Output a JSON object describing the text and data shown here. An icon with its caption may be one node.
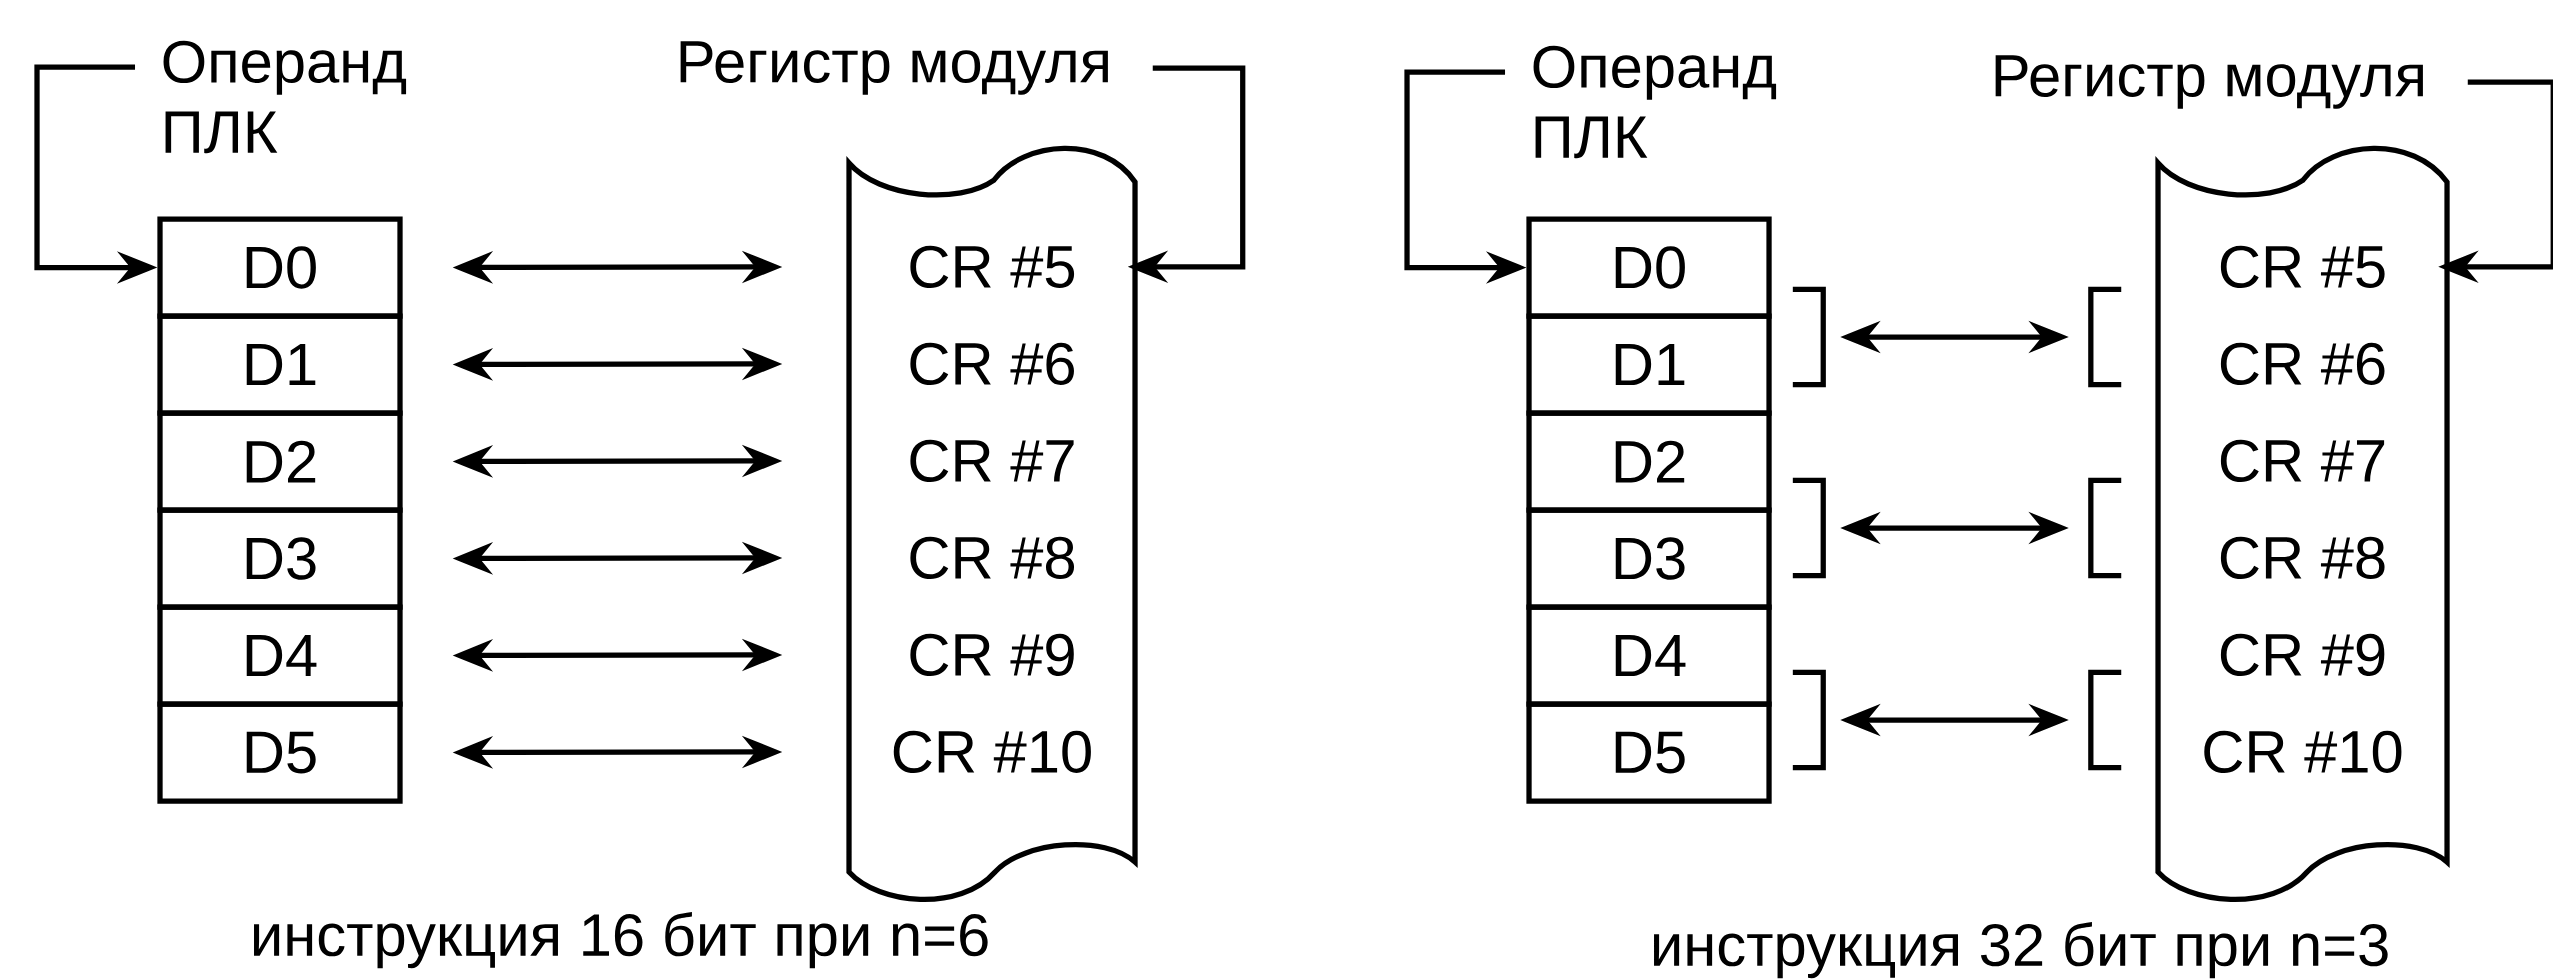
{
  "diagram": {
    "nodes": [
      {
        "text": [
          "Операнд ПЛК"
        ]
      },
      {
        "text": [
          "Регистр модуля"
        ]
      },
      {
        "text": [
          "D0"
        ]
      },
      {
        "text": [
          "D1"
        ]
      },
      {
        "text": [
          "D2"
        ]
      },
      {
        "text": [
          "D3"
        ]
      },
      {
        "text": [
          "D4"
        ]
      },
      {
        "text": [
          "D5"
        ]
      },
      {
        "text": [],
        "shape": "scroll"
      },
      {
        "text": [
          "CR #5"
        ],
        "in": 8
      },
      {
        "text": [
          "CR #6"
        ],
        "in": 8
      },
      {
        "text": [
          "CR #7"
        ],
        "in": 8
      },
      {
        "text": [
          "CR #8"
        ],
        "in": 8
      },
      {
        "text": [
          "CR #9"
        ],
        "in": 8
      },
      {
        "text": [
          "CR #10"
        ],
        "in": 8
      },
      {
        "text": [
          "Операнд ПЛК"
        ]
      },
      {
        "text": [
          "Регистр модуля"
        ]
      },
      {
        "text": [
          "D0"
        ]
      },
      {
        "text": [
          "D1"
        ]
      },
      {
        "text": [
          "D2"
        ]
      },
      {
        "text": [
          "D3"
        ]
      },
      {
        "text": [
          "D4"
        ]
      },
      {
        "text": [
          "D5"
        ]
      },
      {
        "text": [],
        "shape": "bracket"
      },
      {
        "text": [],
        "shape": "bracket"
      },
      {
        "text": [],
        "shape": "bracket"
      },
      {
        "text": [],
        "shape": "bracket"
      },
      {
        "text": [],
        "shape": "bracket"
      },
      {
        "text": [],
        "shape": "bracket"
      },
      {
        "text": [],
        "shape": "scroll"
      },
      {
        "text": [
          "CR #5"
        ],
        "in": 29
      },
      {
        "text": [
          "CR #6"
        ],
        "in": 29
      },
      {
        "text": [
          "CR #7"
        ],
        "in": 29
      },
      {
        "text": [
          "CR #8"
        ],
        "in": 29
      },
      {
        "text": [
          "CR #9"
        ],
        "in": 29
      },
      {
        "text": [
          "CR #10"
        ],
        "in": 29
      }
    ],
    "edges": [
      {
        "from": 0,
        "to": 2,
        "arrow": "to"
      },
      {
        "from": 1,
        "to": 9,
        "arrow": "to"
      },
      {
        "from": 2,
        "to": 9,
        "arrow": "both"
      },
      {
        "from": 3,
        "to": 10,
        "arrow": "both"
      },
      {
        "from": 4,
        "to": 11,
        "arrow": "both"
      },
      {
        "from": 5,
        "to": 12,
        "arrow": "both"
      },
      {
        "from": 6,
        "to": 13,
        "arrow": "both"
      },
      {
        "from": 7,
        "to": 14,
        "arrow": "both"
      },
      {
        "from": 15,
        "to": 17,
        "arrow": "to"
      },
      {
        "from": 16,
        "to": 30,
        "arrow": "to"
      },
      {
        "from": 23,
        "to": 26,
        "arrow": "both"
      },
      {
        "from": 24,
        "to": 27,
        "arrow": "both"
      },
      {
        "from": 25,
        "to": 28,
        "arrow": "both"
      }
    ],
    "labels": [
      "инструкция 16 бит при n=6",
      "инструкция 32 бит при n=3"
    ]
  }
}
